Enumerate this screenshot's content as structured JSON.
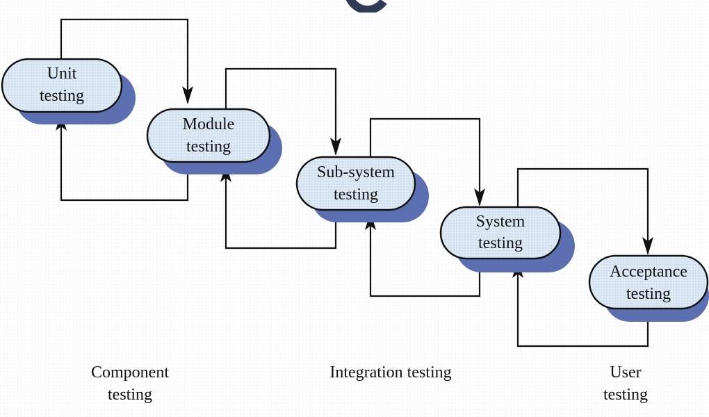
{
  "stages": [
    {
      "line1": "Unit",
      "line2": "testing"
    },
    {
      "line1": "Module",
      "line2": "testing"
    },
    {
      "line1": "Sub-system",
      "line2": "testing"
    },
    {
      "line1": "System",
      "line2": "testing"
    },
    {
      "line1": "Acceptance",
      "line2": "testing"
    }
  ],
  "captions": {
    "component": {
      "line1": "Component",
      "line2": "testing"
    },
    "integration": {
      "line1": "Integration testing"
    },
    "user": {
      "line1": "User",
      "line2": "testing"
    }
  },
  "colors": {
    "box_fill": "#dbe8f4",
    "box_stroke": "#111111",
    "shadow": "#5c6fb0",
    "arrow": "#111111"
  }
}
